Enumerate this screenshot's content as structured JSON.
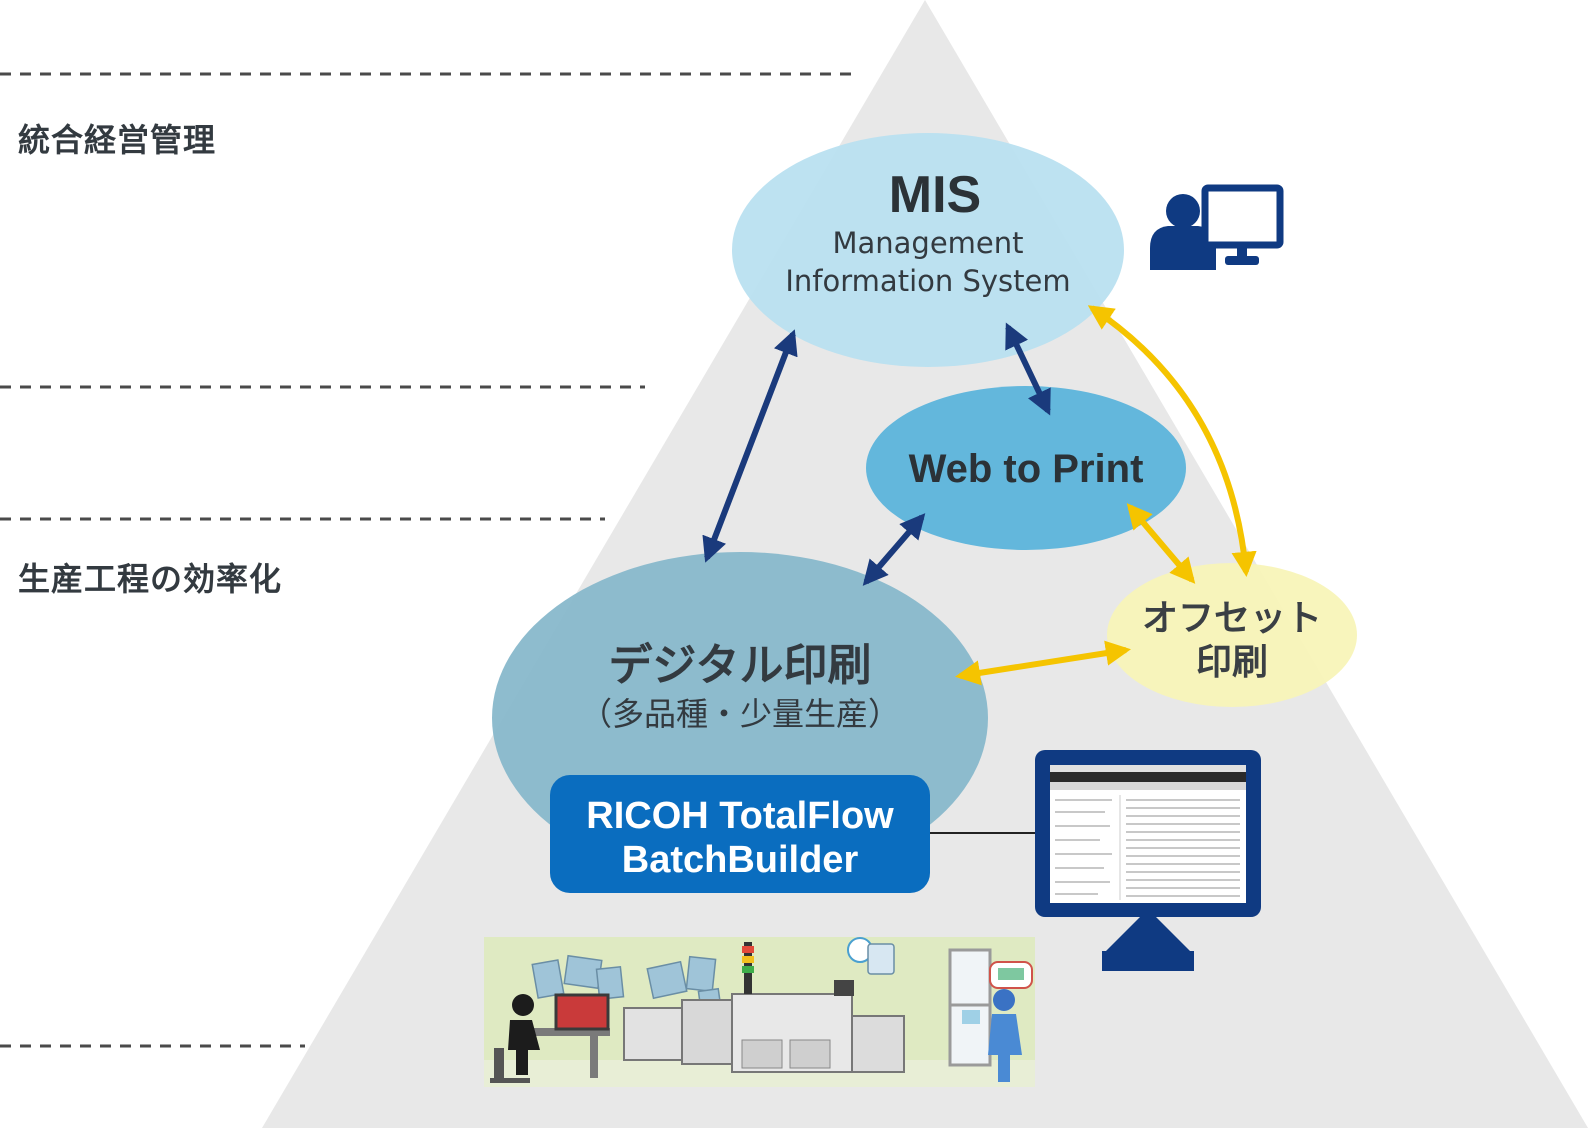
{
  "labels": {
    "tier_top": "統合経営管理",
    "tier_middle": "生産工程の効率化"
  },
  "nodes": {
    "mis": {
      "title": "MIS",
      "subtitle_line1": "Management",
      "subtitle_line2": "Information System"
    },
    "web_to_print": {
      "title": "Web to Print"
    },
    "offset": {
      "line1": "オフセット",
      "line2": "印刷"
    },
    "digital": {
      "title": "デジタル印刷",
      "subtitle": "（多品種・少量生産）"
    },
    "batchbuilder": {
      "line1": "RICOH TotalFlow",
      "line2": "BatchBuilder"
    }
  },
  "icons": {
    "mis_user": "user-at-computer-icon",
    "monitor": "monitor-screen-icon",
    "production": "production-floor-illustration"
  },
  "colors": {
    "pyramid": "#e8e8e8",
    "mis_ellipse": "#b7dff0",
    "web_ellipse": "#63b7dc",
    "digital_ellipse": "#88b8cb",
    "offset_ellipse": "#f8f4b8",
    "navy_arrow": "#1a3a7c",
    "gold_arrow": "#f5c400",
    "badge": "#0a6dbf",
    "dark_blue": "#0f3a82"
  }
}
